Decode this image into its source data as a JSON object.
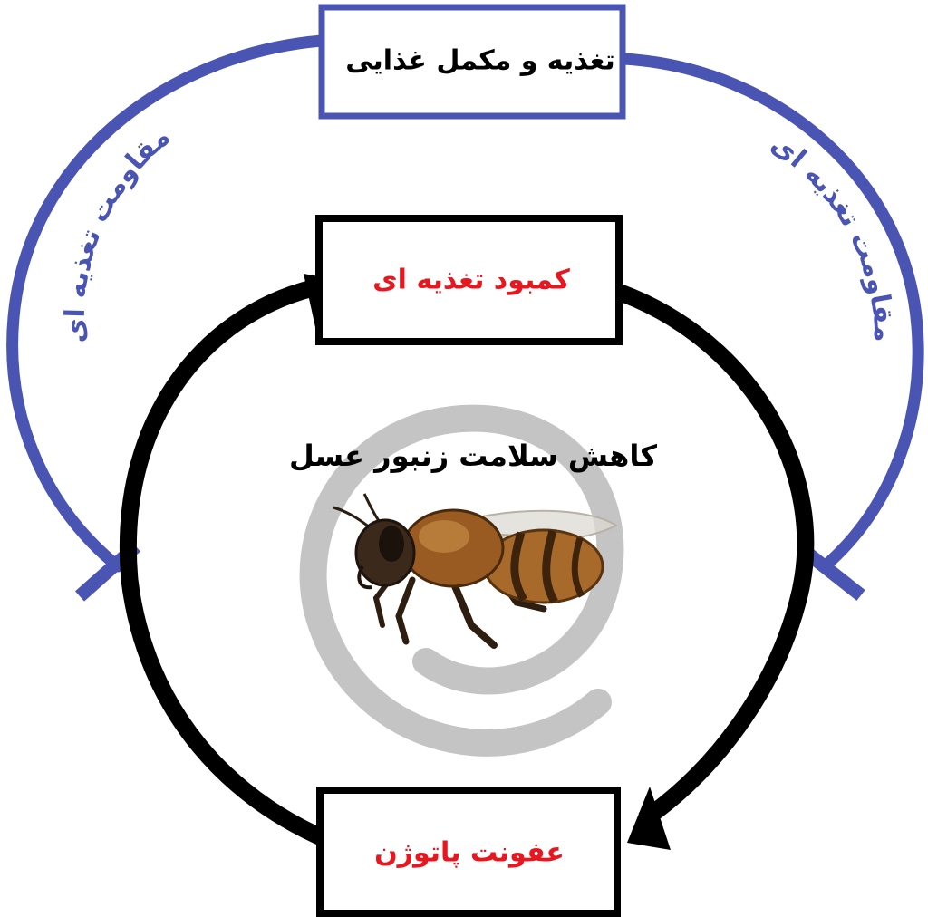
{
  "top_box": {
    "label": "تغذیه و مکمل غذایی"
  },
  "upper_box": {
    "label": "کمبود تغذیه ای"
  },
  "lower_box": {
    "label": "عفونت پاتوژن"
  },
  "center": {
    "label": "کاهش سلامت زنبور عسل"
  },
  "left_arc": {
    "label": "مقاومت تغذیه ای"
  },
  "right_arc": {
    "label": "مقاومت تغذیه ای"
  },
  "colors": {
    "accent_blue": "#4a55b3",
    "cycle_black": "#000000",
    "highlight_red": "#e8161e",
    "swirl_gray": "#c4c4c4"
  },
  "icons": {
    "center_image": "honeybee-icon",
    "background": "swirl-icon"
  }
}
